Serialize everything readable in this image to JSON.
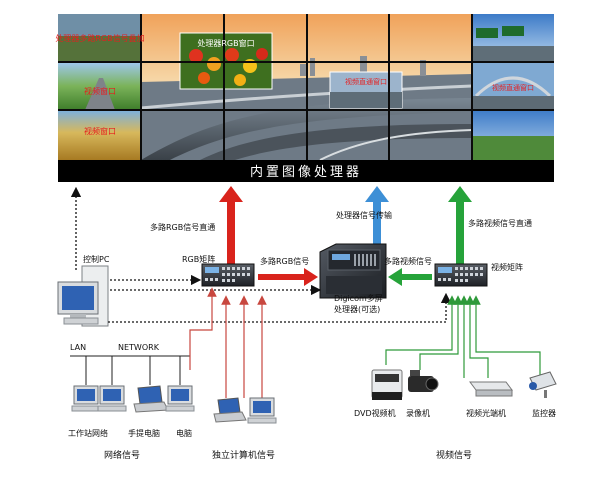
{
  "wall": {
    "banner": "内置图像处理器",
    "window_rgb_top": "处理器多路RGB信号叠加",
    "window_rgb_center": "处理器RGB窗口",
    "window_video_left": "视频窗口",
    "window_video_center": "视频直通窗口",
    "window_video_right": "视频直通窗口",
    "window_wheat": "视频窗口"
  },
  "labels": {
    "multi_rgb_direct": "多路RGB信号直通",
    "processor_transfer": "处理器信号传输",
    "multi_video_direct": "多路视频信号直通",
    "control_pc": "控制PC",
    "rgb_matrix": "RGB矩阵",
    "multi_rgb_signal": "多路RGB信号",
    "multi_video_signal": "多路视频信号",
    "video_matrix": "视频矩阵",
    "processor_name": "Digicom多屏",
    "processor_sub": "处理器(可选)",
    "lan": "LAN",
    "network": "NETWORK",
    "workstation": "工作站网络",
    "laptop": "手提电脑",
    "computer": "电脑",
    "dvd": "DVD视频机",
    "camcorder": "录像机",
    "optical_terminal": "视频光端机",
    "monitor_cam": "监控器",
    "network_signal": "网络信号",
    "independent_pc_signal": "独立计算机信号",
    "video_signal": "视频信号"
  },
  "colors": {
    "rgb_arrow": "#d9231c",
    "processor_arrow": "#3d8fd6",
    "video_arrow": "#26a33a",
    "red_line": "#c8473f",
    "green_line": "#2f9a3a",
    "banner_bg": "#000000"
  }
}
